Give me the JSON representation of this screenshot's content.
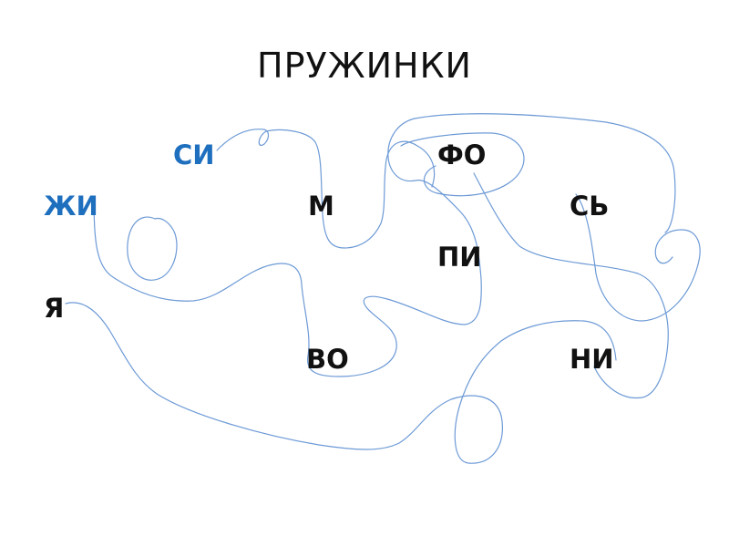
{
  "title": "ПРУЖИНКИ",
  "colors": {
    "text": "#111111",
    "accent": "#1f6fbf",
    "line": "#6d9ad6"
  },
  "syllables": {
    "si": {
      "text": "СИ",
      "color": "#1f6fbf"
    },
    "fo": {
      "text": "ФО",
      "color": "#111111"
    },
    "zhi": {
      "text": "ЖИ",
      "color": "#1f6fbf"
    },
    "m": {
      "text": "М",
      "color": "#111111"
    },
    "s_soft": {
      "text": "СЬ",
      "color": "#111111"
    },
    "pi": {
      "text": "ПИ",
      "color": "#111111"
    },
    "ya": {
      "text": "Я",
      "color": "#111111"
    },
    "vo": {
      "text": "ВО",
      "color": "#111111"
    },
    "ni": {
      "text": "НИ",
      "color": "#111111"
    }
  }
}
